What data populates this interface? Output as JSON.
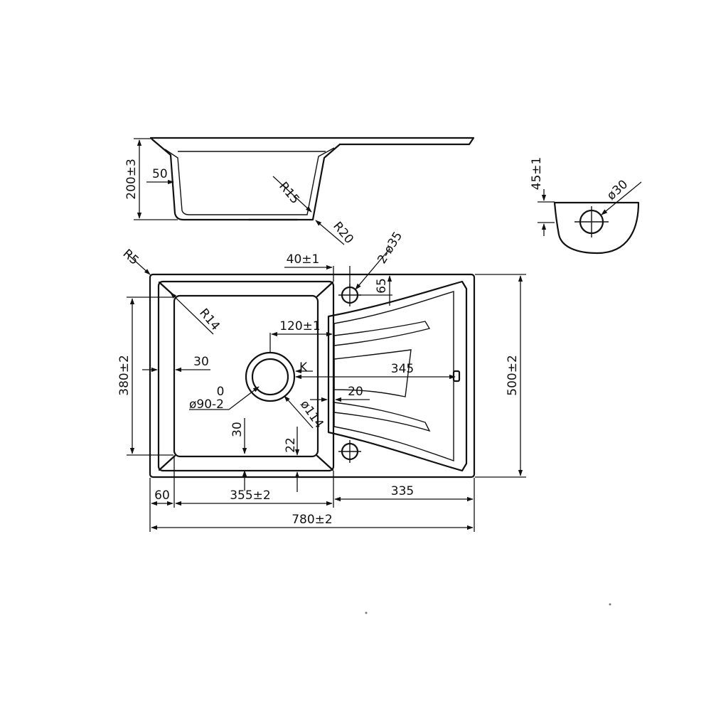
{
  "side_view": {
    "height_label": "200±3",
    "depth_offset_label": "50",
    "radius_inner_label": "R15",
    "radius_outer_label": "R20"
  },
  "top_view": {
    "corner_radius_label": "R5",
    "bowl_radius_label": "R14",
    "bowl_height_label": "380±2",
    "overall_height_label": "500±2",
    "tap_offset_label": "40±1",
    "tap_holes_label": "2-ø35",
    "tap_top_label": "65",
    "waste_offset_label": "120±1",
    "left_margin_label": "30",
    "waste_k_label": "K",
    "drainer_length_label": "345",
    "drain_gap_label": "20",
    "waste_diameter_top": "0",
    "waste_diameter_label": "ø90-2",
    "waste_outer_label": "ø114",
    "bottom_margin_label": "30",
    "bowl_bottom_gap_label": "22",
    "left_offset_label": "60",
    "bowl_width_label": "355±2",
    "drainer_width_label": "335",
    "overall_width_label": "780±2"
  },
  "overflow_view": {
    "height_label": "45±1",
    "diameter_label": "ø30"
  }
}
